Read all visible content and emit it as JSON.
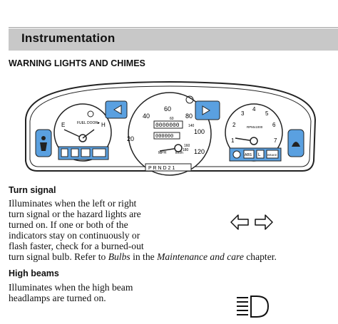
{
  "header": {
    "title": "Instrumentation"
  },
  "section": {
    "title": "WARNING LIGHTS AND CHIMES"
  },
  "cluster": {
    "fuel_label": "FUEL DOOR",
    "fuel_arrow": "►",
    "fuel_e": "E",
    "fuel_h": "H",
    "speed_ticks": [
      "20",
      "40",
      "60",
      "80",
      "100",
      "120"
    ],
    "speed_kmh": [
      "60",
      "140",
      "160",
      "180"
    ],
    "speed_unit": "MPH",
    "speed_unit2": "km/h",
    "odometer": "0000000",
    "trip": "000000",
    "gear": "P R N D 2 1",
    "rpm_ticks": [
      "1",
      "2",
      "3",
      "4",
      "5",
      "6",
      "7"
    ],
    "rpm_label": "RPMx1000",
    "abs_label": "ABS",
    "l_label": "L",
    "brake_label": "BRAKE"
  },
  "turn_signal": {
    "heading": "Turn signal",
    "lines": [
      "Illuminates when the left or right",
      "turn signal or the hazard lights are",
      "turned on. If one or both of the",
      "indicators stay on continuously or",
      "flash faster, check for a burned-out"
    ],
    "last_line_pre": "turn signal bulb. Refer to ",
    "last_line_italic": "Bulbs",
    "last_line_mid": " in the ",
    "last_line_italic2": "Maintenance and care",
    "last_line_post": " chapter."
  },
  "high_beams": {
    "heading": "High beams",
    "lines": [
      "Illuminates when the high beam",
      "headlamps are turned on."
    ]
  }
}
